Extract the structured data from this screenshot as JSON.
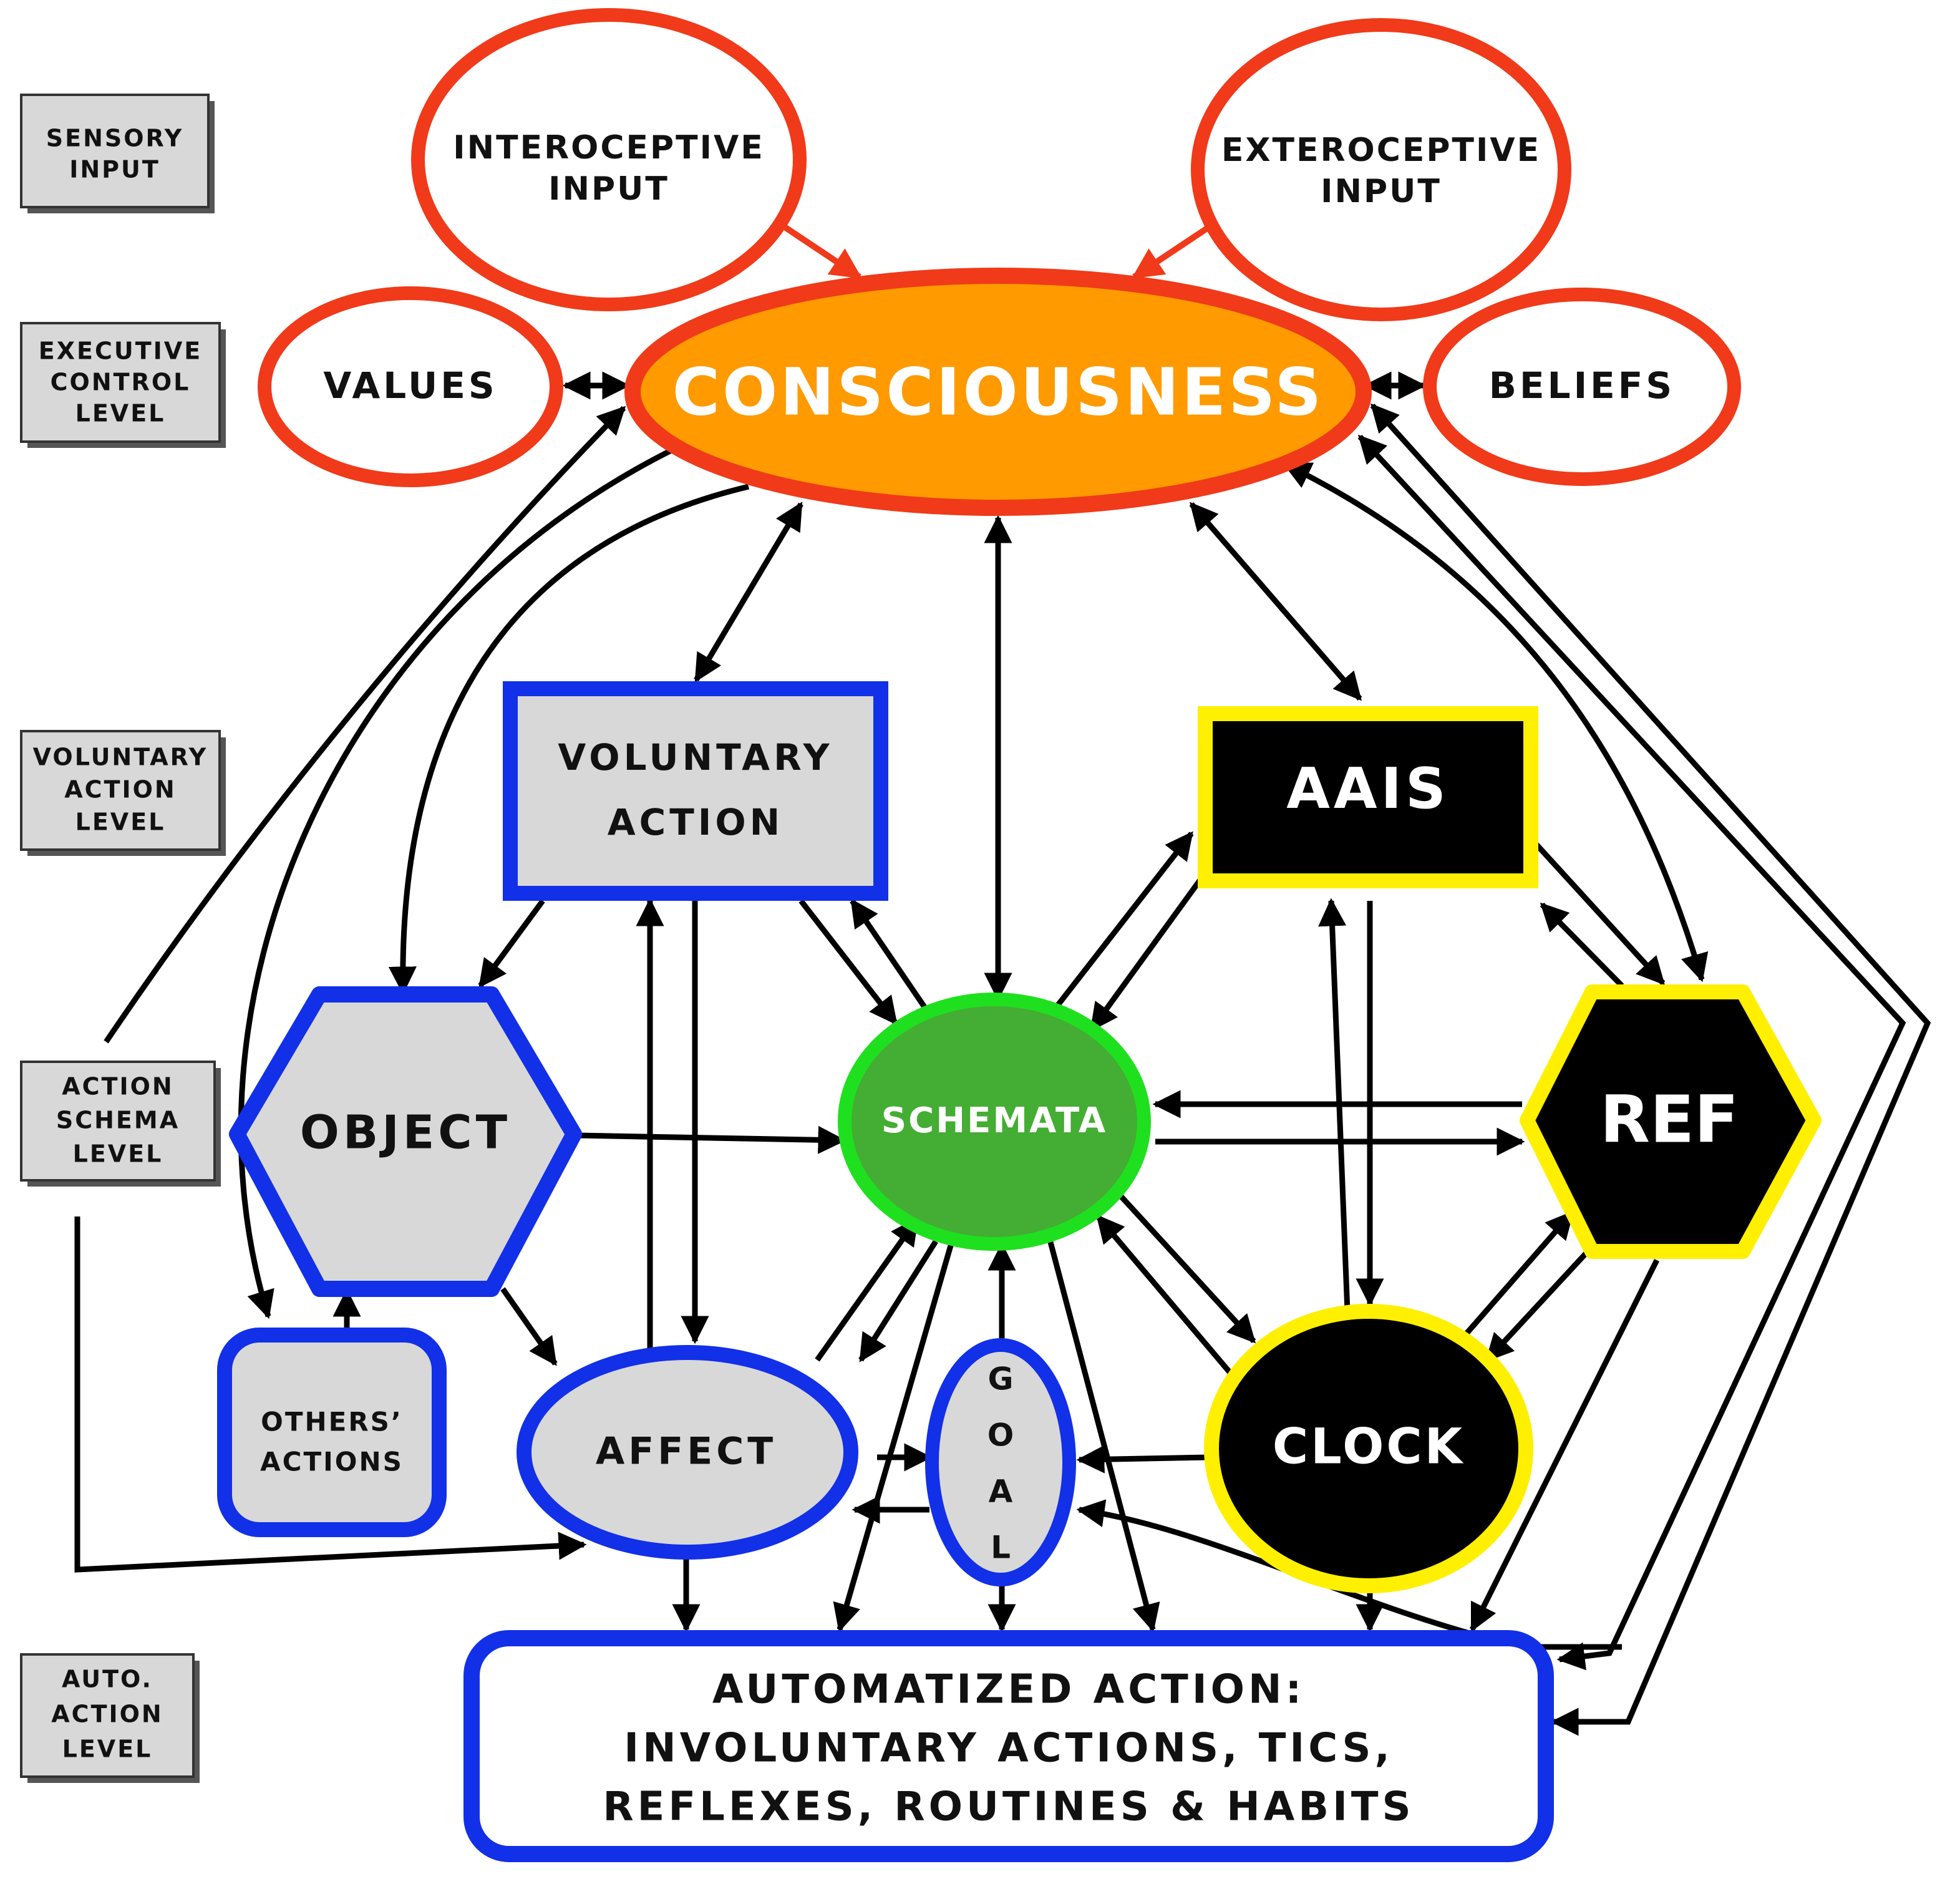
{
  "colors": {
    "red": "#f03a1a",
    "orange": "#ff9a00",
    "blue": "#1230e8",
    "yellow": "#ffef00",
    "green": "#1fe01f",
    "dark_green": "#44ad33",
    "grey": "#d8d8d8",
    "black": "#000000",
    "white": "#ffffff"
  },
  "levels": [
    {
      "id": "sensory",
      "lines": [
        "SENSORY",
        "INPUT"
      ]
    },
    {
      "id": "executive",
      "lines": [
        "EXECUTIVE",
        "CONTROL",
        "LEVEL"
      ]
    },
    {
      "id": "voluntary",
      "lines": [
        "VOLUNTARY",
        "ACTION",
        "LEVEL"
      ]
    },
    {
      "id": "schema",
      "lines": [
        "ACTION",
        "SCHEMA",
        "LEVEL"
      ]
    },
    {
      "id": "auto",
      "lines": [
        "AUTO.",
        "ACTION",
        "LEVEL"
      ]
    }
  ],
  "nodes": {
    "interoceptive": {
      "lines": [
        "INTEROCEPTIVE",
        "INPUT"
      ]
    },
    "exteroceptive": {
      "lines": [
        "EXTEROCEPTIVE",
        "INPUT"
      ]
    },
    "consciousness": {
      "lines": [
        "CONSCIOUSNESS"
      ]
    },
    "values": {
      "lines": [
        "VALUES"
      ]
    },
    "beliefs": {
      "lines": [
        "BELIEFS"
      ]
    },
    "voluntary_action": {
      "lines": [
        "VOLUNTARY",
        "ACTION"
      ]
    },
    "aais": {
      "lines": [
        "AAIS"
      ]
    },
    "object": {
      "lines": [
        "OBJECT"
      ]
    },
    "schemata": {
      "lines": [
        "SCHEMATA"
      ]
    },
    "ref": {
      "lines": [
        "REF"
      ]
    },
    "others_actions": {
      "lines": [
        "OTHERS’",
        "ACTIONS"
      ]
    },
    "affect": {
      "lines": [
        "AFFECT"
      ]
    },
    "goal": {
      "lines": [
        "G",
        "O",
        "A",
        "L"
      ]
    },
    "clock": {
      "lines": [
        "CLOCK"
      ]
    },
    "automatized": {
      "lines": [
        "AUTOMATIZED ACTION:",
        "INVOLUNTARY ACTIONS, TICS,",
        "REFLEXES, ROUTINES & HABITS"
      ]
    }
  }
}
